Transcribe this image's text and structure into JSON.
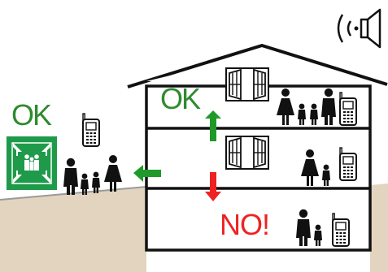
{
  "labels": {
    "ok_upper_floor": "OK",
    "ok_outside": "OK",
    "no_ground_floor": "NO!"
  },
  "colors": {
    "ok_green": "#2e8b2e",
    "no_red": "#ee2222",
    "ground": "#e3d4bf",
    "house_outline": "#111111",
    "sign_green": "#1e9a4a"
  },
  "icons": [
    "speaker-icon",
    "mobile-phone-icon",
    "assembly-point-sign-icon",
    "person-icon",
    "window-icon",
    "arrow-up-icon",
    "arrow-down-icon",
    "arrow-left-icon"
  ]
}
